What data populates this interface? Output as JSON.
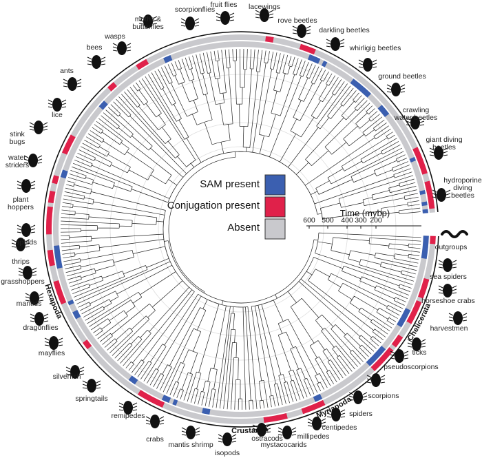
{
  "legend": {
    "sam_label": "SAM present",
    "conj_label": "Conjugation present",
    "absent_label": "Absent"
  },
  "colors": {
    "sam": "#3b5fb0",
    "conjugation": "#e0214a",
    "absent": "#c9c9cd",
    "tree": "#222222",
    "grid": "#dddddd"
  },
  "time_axis": {
    "title": "Time (mybp)",
    "ticks": [
      "600",
      "500",
      "400",
      "300",
      "200"
    ]
  },
  "clades": [
    "Hexapoda",
    "Crustacea",
    "Myriapoda",
    "Chelicerata"
  ],
  "taxa": [
    {
      "label": "outgroups",
      "icon": "worm-icon"
    },
    {
      "label": "sea spiders",
      "icon": "sea-spider-icon"
    },
    {
      "label": "horseshoe crabs",
      "icon": "horseshoe-crab-icon"
    },
    {
      "label": "harvestmen",
      "icon": "harvestman-icon"
    },
    {
      "label": "ticks",
      "icon": "tick-icon"
    },
    {
      "label": "pseudoscorpions",
      "icon": "pseudoscorpion-icon"
    },
    {
      "label": "scorpions",
      "icon": "scorpion-icon"
    },
    {
      "label": "spiders",
      "icon": "spider-icon"
    },
    {
      "label": "centipedes",
      "icon": "centipede-icon"
    },
    {
      "label": "millipedes",
      "icon": "millipede-icon"
    },
    {
      "label": "mystacocarids",
      "icon": "mystacocarid-icon"
    },
    {
      "label": "ostracods",
      "icon": "ostracod-icon"
    },
    {
      "label": "isopods",
      "icon": "isopod-icon"
    },
    {
      "label": "mantis shrimp",
      "icon": "mantis-shrimp-icon"
    },
    {
      "label": "crabs",
      "icon": "crab-icon"
    },
    {
      "label": "remipedes",
      "icon": "remipede-icon"
    },
    {
      "label": "springtails",
      "icon": "springtail-icon"
    },
    {
      "label": "silverfish",
      "icon": "silverfish-icon"
    },
    {
      "label": "mayflies",
      "icon": "mayfly-icon"
    },
    {
      "label": "dragonflies",
      "icon": "dragonfly-icon"
    },
    {
      "label": "mantids",
      "icon": "mantis-icon"
    },
    {
      "label": "grasshoppers",
      "icon": "grasshopper-icon"
    },
    {
      "label": "thrips",
      "icon": "thrips-icon"
    },
    {
      "label": "aphids",
      "icon": "aphid-icon"
    },
    {
      "label": "plant\nhoppers",
      "icon": "planthopper-icon"
    },
    {
      "label": "water\nstriders",
      "icon": "water-strider-icon"
    },
    {
      "label": "stink\nbugs",
      "icon": "stink-bug-icon"
    },
    {
      "label": "lice",
      "icon": "louse-icon"
    },
    {
      "label": "ants",
      "icon": "ant-icon"
    },
    {
      "label": "bees",
      "icon": "bee-icon"
    },
    {
      "label": "wasps",
      "icon": "wasp-icon"
    },
    {
      "label": "moths &\nbutterflies",
      "icon": "moth-icon"
    },
    {
      "label": "scorpionflies",
      "icon": "scorpionfly-icon"
    },
    {
      "label": "fruit flies",
      "icon": "fruit-fly-icon"
    },
    {
      "label": "lacewings",
      "icon": "lacewing-icon"
    },
    {
      "label": "rove beetles",
      "icon": "rove-beetle-icon"
    },
    {
      "label": "darkling beetles",
      "icon": "darkling-beetle-icon"
    },
    {
      "label": "whirligig beetles",
      "icon": "whirligig-beetle-icon"
    },
    {
      "label": "ground beetles",
      "icon": "ground-beetle-icon"
    },
    {
      "label": "crawling\nwater beetles",
      "icon": "crawling-water-beetle-icon"
    },
    {
      "label": "giant diving\nbeetles",
      "icon": "giant-diving-beetle-icon"
    },
    {
      "label": "hydroporine\ndiving\nbeetles",
      "icon": "hydroporine-beetle-icon"
    }
  ]
}
